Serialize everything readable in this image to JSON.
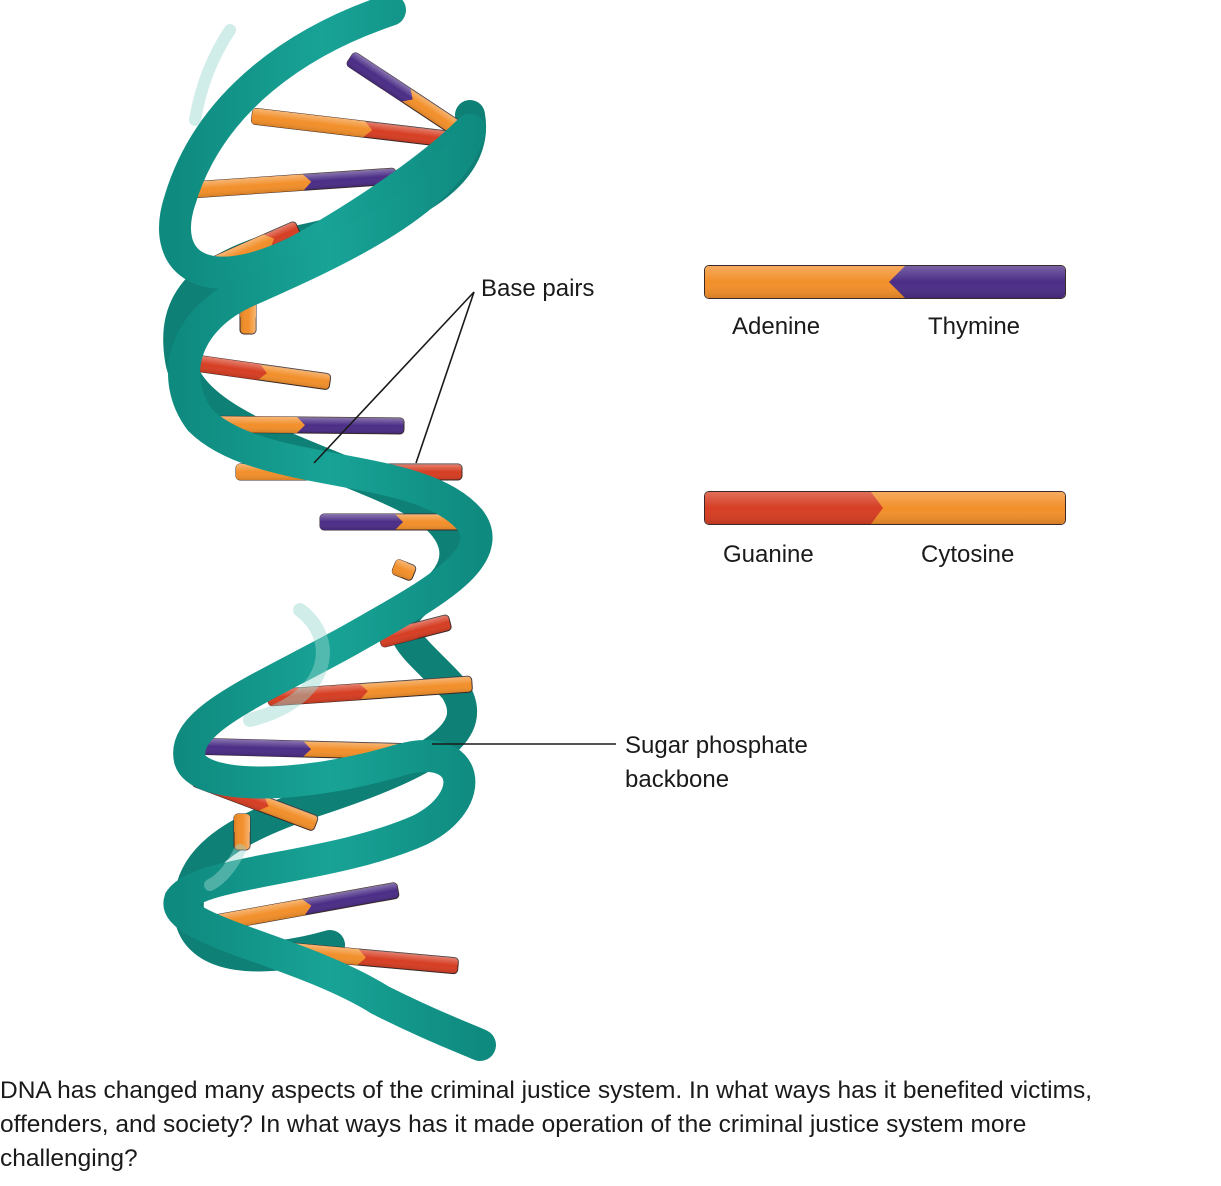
{
  "labels": {
    "base_pairs": "Base pairs",
    "sugar_phosphate": [
      "Sugar phosphate",
      "backbone"
    ]
  },
  "legend": [
    {
      "left": "Adenine",
      "right": "Thymine",
      "left_color": "#f28f2a",
      "right_color": "#4b2d86"
    },
    {
      "left": "Guanine",
      "right": "Cytosine",
      "left_color": "#d63e23",
      "right_color": "#f28f2a"
    }
  ],
  "caption": [
    "DNA has changed many aspects of the criminal justice system. In what ways has it benefited victims,",
    "offenders, and society? In what ways has it made operation of the criminal justice system more",
    "challenging?"
  ],
  "colors": {
    "backbone": "#13958a",
    "backbone_dark": "#0b6f66",
    "adenine": "#f28f2a",
    "thymine": "#4b2d86",
    "guanine": "#d63e23",
    "cytosine": "#f28f2a"
  }
}
